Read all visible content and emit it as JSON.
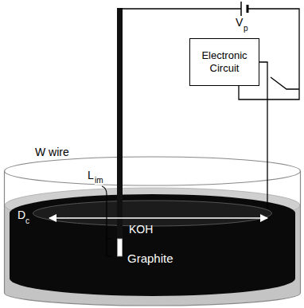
{
  "diagram": {
    "nodes": [
      {
        "text": [
          "Electronic Circuit"
        ]
      }
    ],
    "edges": [],
    "labels": [
      "V",
      "p",
      "W wire",
      "L",
      "im",
      "D",
      "c",
      "KOH",
      "Graphite"
    ]
  }
}
